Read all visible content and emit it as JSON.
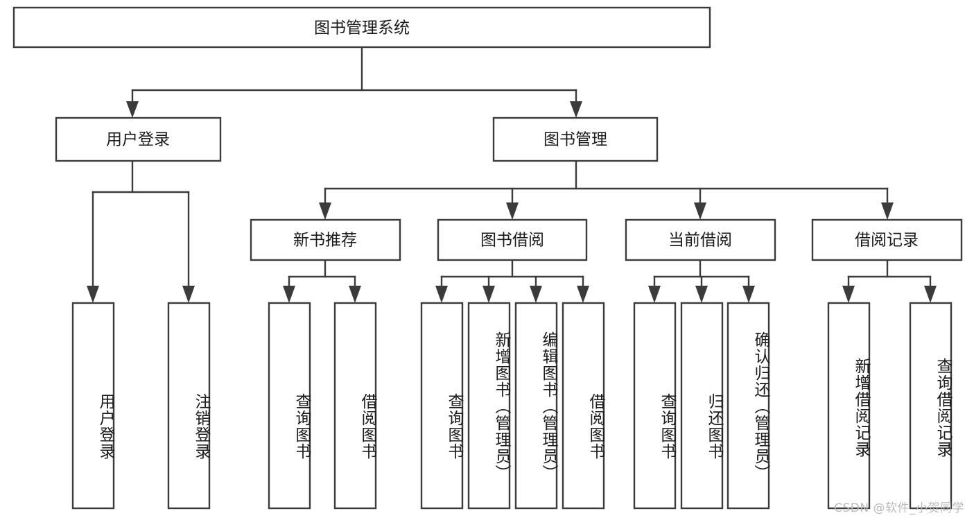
{
  "diagram": {
    "type": "tree",
    "title": "图书管理系统",
    "watermark": "CSDN @软件_小贺同学",
    "colors": {
      "stroke": "#3b3b3b",
      "fill": "#ffffff",
      "text": "#1a1a1a",
      "watermark": "#b9b9b9",
      "background": "#ffffff"
    },
    "nodes": {
      "root": {
        "label": "图书管理系统"
      },
      "level2": [
        {
          "id": "user-login",
          "label": "用户登录"
        },
        {
          "id": "book-manage",
          "label": "图书管理"
        }
      ],
      "level3": [
        {
          "id": "new-book-recommend",
          "label": "新书推荐"
        },
        {
          "id": "book-borrow",
          "label": "图书借阅"
        },
        {
          "id": "current-borrow",
          "label": "当前借阅"
        },
        {
          "id": "borrow-record",
          "label": "借阅记录"
        }
      ],
      "leaves": {
        "user-login": [
          {
            "id": "leaf-user-login",
            "label": "用户登录"
          },
          {
            "id": "leaf-logout-login",
            "label": "注销登录"
          }
        ],
        "new-book-recommend": [
          {
            "id": "leaf-query-book-1",
            "label": "查询图书"
          },
          {
            "id": "leaf-borrow-book-1",
            "label": "借阅图书"
          }
        ],
        "book-borrow": [
          {
            "id": "leaf-query-book-2",
            "label": "查询图书"
          },
          {
            "id": "leaf-add-book",
            "label": "新增图书（管理员）"
          },
          {
            "id": "leaf-edit-book",
            "label": "编辑图书（管理员）"
          },
          {
            "id": "leaf-borrow-book-2",
            "label": "借阅图书"
          }
        ],
        "current-borrow": [
          {
            "id": "leaf-query-book-3",
            "label": "查询图书"
          },
          {
            "id": "leaf-return-book",
            "label": "归还图书"
          },
          {
            "id": "leaf-confirm-return",
            "label": "确认归还（管理员）"
          }
        ],
        "borrow-record": [
          {
            "id": "leaf-add-record",
            "label": "新增借阅记录"
          },
          {
            "id": "leaf-query-record",
            "label": "查询借阅记录"
          }
        ]
      }
    }
  }
}
